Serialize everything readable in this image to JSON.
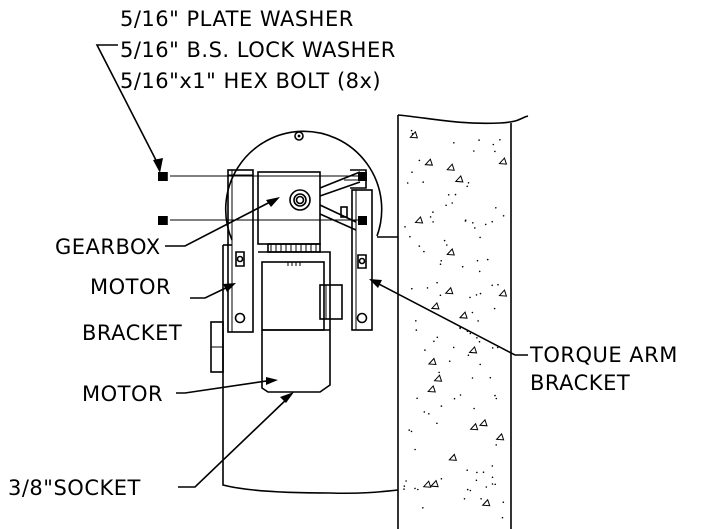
{
  "labels": {
    "plate_washer": "5/16\" PLATE WASHER",
    "lock_washer": "5/16\" B.S. LOCK WASHER",
    "hex_bolt": "5/16\"x1\" HEX BOLT (8x)",
    "gearbox": "GEARBOX",
    "motor_bracket_line1": "MOTOR",
    "motor_bracket_line2": "BRACKET",
    "motor": "MOTOR",
    "socket": "3/8\"SOCKET",
    "torque_arm_line1": "TORQUE ARM",
    "torque_arm_line2": "BRACKET"
  },
  "colors": {
    "line": "#000000",
    "background": "#ffffff"
  }
}
